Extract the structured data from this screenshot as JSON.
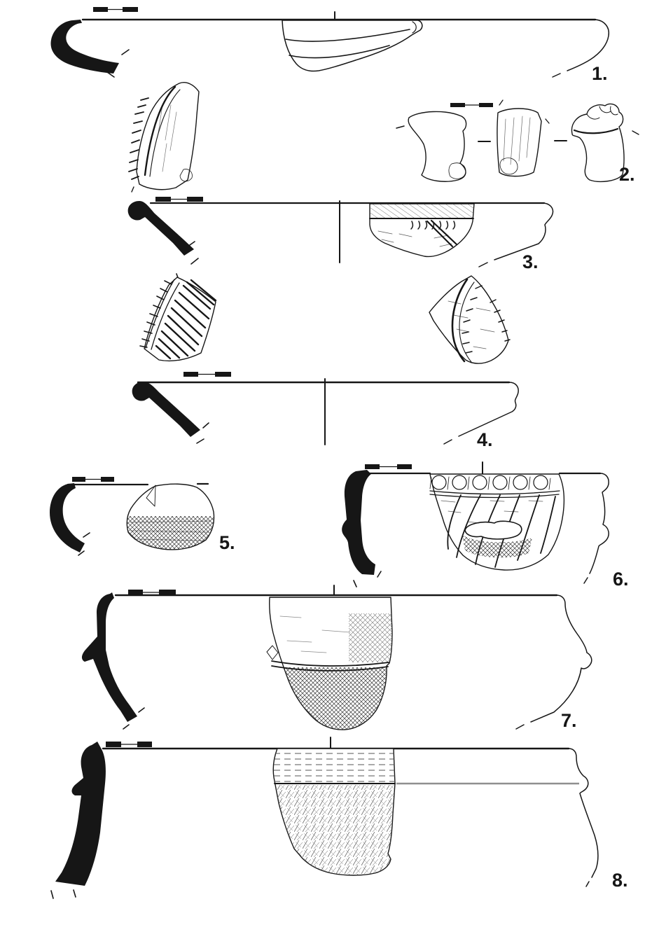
{
  "plate": {
    "kind": "archaeological pottery plate with numbered finds",
    "colors": {
      "ink": "#161616",
      "paper": "#ffffff",
      "muted_line": "#8f8f8f"
    },
    "items": [
      {
        "number": 1,
        "label": "1.",
        "views": "black section profile, rim diameter line, grooved rim sherd, rim contour",
        "scale_bar": true
      },
      {
        "number": 2,
        "label": "2.",
        "views": "ribbed vertical sherd and three views of a knobbed lug fragment",
        "scale_bar": true
      },
      {
        "number": 3,
        "label": "3.",
        "views": "black section profile, rim line, impressed rim sherd, rim contour",
        "scale_bar": true
      },
      {
        "number": 4,
        "label": "4.",
        "views": "black section profile, rim line, rim contour; two channelled body sherds above",
        "scale_bar": true
      },
      {
        "number": 5,
        "label": "5.",
        "views": "black section profile, rim line, combed body sherd",
        "scale_bar": true
      },
      {
        "number": 6,
        "label": "6.",
        "views": "black section profile, rim line, finger-impressed sherd with applied lug, rim contour",
        "scale_bar": true
      },
      {
        "number": 7,
        "label": "7.",
        "views": "black section profile, rim line, cross-hatched carinated sherd with small knob, rim contour",
        "scale_bar": true
      },
      {
        "number": 8,
        "label": "8.",
        "views": "black section profile, rim line, grey carination line, brushed sherd, rim contour",
        "scale_bar": true
      }
    ]
  }
}
